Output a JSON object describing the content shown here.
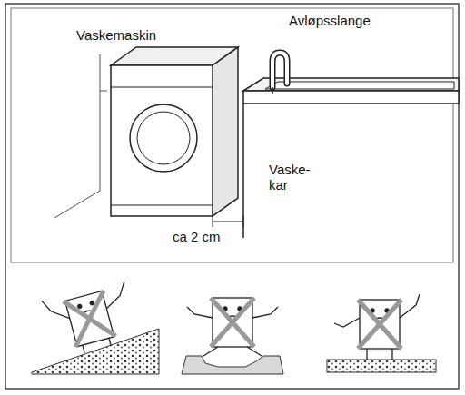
{
  "diagram": {
    "labels": [
      "Vaskemaskin",
      "Avløpsslange",
      "Vaske- kar",
      "ca 2 cm"
    ]
  }
}
